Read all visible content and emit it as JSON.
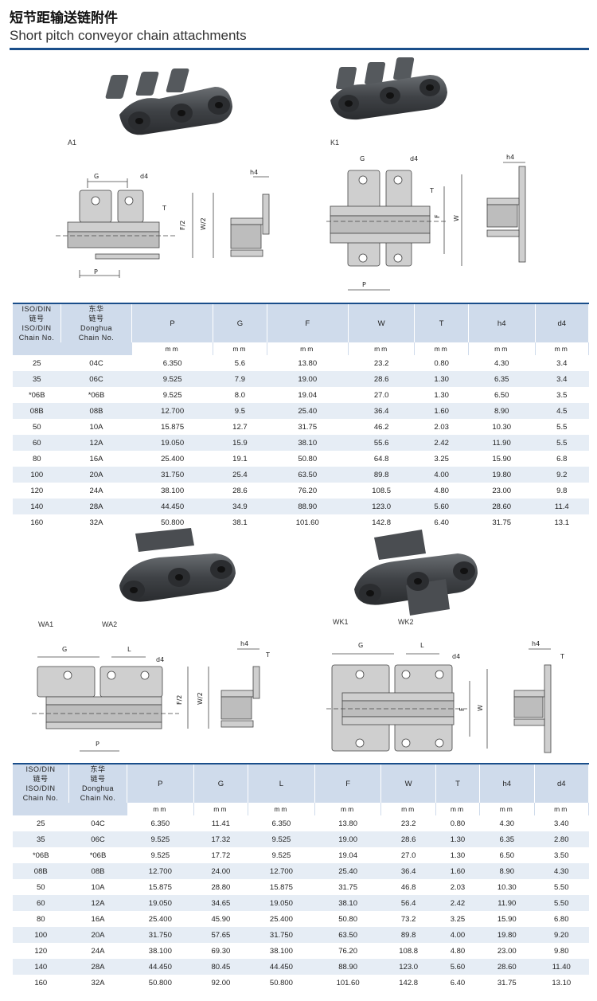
{
  "header": {
    "title_cn": "短节距输送链附件",
    "title_en": "Short pitch conveyor chain attachments"
  },
  "figures_top": {
    "label_a1": "A1",
    "label_k1": "K1",
    "dims_a1": {
      "g": "G",
      "d4": "d4",
      "h4": "h4",
      "t": "T",
      "f2": "F/2",
      "w2": "W/2",
      "p": "P"
    },
    "dims_k1": {
      "g": "G",
      "d4": "d4",
      "h4": "h4",
      "t": "T",
      "f": "F",
      "w": "W",
      "p": "P"
    }
  },
  "table1": {
    "col_iso": [
      "ISO/DIN",
      "链号",
      "ISO/DIN",
      "Chain No."
    ],
    "col_dh": [
      "东华",
      "链号",
      "Donghua",
      "Chain No."
    ],
    "columns": [
      "P",
      "G",
      "F",
      "W",
      "T",
      "h4",
      "d4"
    ],
    "unit": "mm",
    "rows": [
      [
        "25",
        "04C",
        "6.350",
        "5.6",
        "13.80",
        "23.2",
        "0.80",
        "4.30",
        "3.4"
      ],
      [
        "35",
        "06C",
        "9.525",
        "7.9",
        "19.00",
        "28.6",
        "1.30",
        "6.35",
        "3.4"
      ],
      [
        "*06B",
        "*06B",
        "9.525",
        "8.0",
        "19.04",
        "27.0",
        "1.30",
        "6.50",
        "3.5"
      ],
      [
        "08B",
        "08B",
        "12.700",
        "9.5",
        "25.40",
        "36.4",
        "1.60",
        "8.90",
        "4.5"
      ],
      [
        "50",
        "10A",
        "15.875",
        "12.7",
        "31.75",
        "46.2",
        "2.03",
        "10.30",
        "5.5"
      ],
      [
        "60",
        "12A",
        "19.050",
        "15.9",
        "38.10",
        "55.6",
        "2.42",
        "11.90",
        "5.5"
      ],
      [
        "80",
        "16A",
        "25.400",
        "19.1",
        "50.80",
        "64.8",
        "3.25",
        "15.90",
        "6.8"
      ],
      [
        "100",
        "20A",
        "31.750",
        "25.4",
        "63.50",
        "89.8",
        "4.00",
        "19.80",
        "9.2"
      ],
      [
        "120",
        "24A",
        "38.100",
        "28.6",
        "76.20",
        "108.5",
        "4.80",
        "23.00",
        "9.8"
      ],
      [
        "140",
        "28A",
        "44.450",
        "34.9",
        "88.90",
        "123.0",
        "5.60",
        "28.60",
        "11.4"
      ],
      [
        "160",
        "32A",
        "50.800",
        "38.1",
        "101.60",
        "142.8",
        "6.40",
        "31.75",
        "13.1"
      ]
    ]
  },
  "figures_bottom": {
    "label_wa1": "WA1",
    "label_wa2": "WA2",
    "label_wk1": "WK1",
    "label_wk2": "WK2",
    "dims_wa": {
      "g": "G",
      "l": "L",
      "d4": "d4",
      "h4": "h4",
      "t": "T",
      "f2": "F/2",
      "w2": "W/2",
      "p": "P"
    },
    "dims_wk": {
      "g": "G",
      "l": "L",
      "d4": "d4",
      "h4": "h4",
      "t": "T",
      "f": "F",
      "w": "W"
    }
  },
  "table2": {
    "col_iso": [
      "ISO/DIN",
      "链号",
      "ISO/DIN",
      "Chain No."
    ],
    "col_dh": [
      "东华",
      "链号",
      "Donghua",
      "Chain No."
    ],
    "columns": [
      "P",
      "G",
      "L",
      "F",
      "W",
      "T",
      "h4",
      "d4"
    ],
    "unit": "mm",
    "rows": [
      [
        "25",
        "04C",
        "6.350",
        "11.41",
        "6.350",
        "13.80",
        "23.2",
        "0.80",
        "4.30",
        "3.40"
      ],
      [
        "35",
        "06C",
        "9.525",
        "17.32",
        "9.525",
        "19.00",
        "28.6",
        "1.30",
        "6.35",
        "2.80"
      ],
      [
        "*06B",
        "*06B",
        "9.525",
        "17.72",
        "9.525",
        "19.04",
        "27.0",
        "1.30",
        "6.50",
        "3.50"
      ],
      [
        "08B",
        "08B",
        "12.700",
        "24.00",
        "12.700",
        "25.40",
        "36.4",
        "1.60",
        "8.90",
        "4.30"
      ],
      [
        "50",
        "10A",
        "15.875",
        "28.80",
        "15.875",
        "31.75",
        "46.8",
        "2.03",
        "10.30",
        "5.50"
      ],
      [
        "60",
        "12A",
        "19.050",
        "34.65",
        "19.050",
        "38.10",
        "56.4",
        "2.42",
        "11.90",
        "5.50"
      ],
      [
        "80",
        "16A",
        "25.400",
        "45.90",
        "25.400",
        "50.80",
        "73.2",
        "3.25",
        "15.90",
        "6.80"
      ],
      [
        "100",
        "20A",
        "31.750",
        "57.65",
        "31.750",
        "63.50",
        "89.8",
        "4.00",
        "19.80",
        "9.20"
      ],
      [
        "120",
        "24A",
        "38.100",
        "69.30",
        "38.100",
        "76.20",
        "108.8",
        "4.80",
        "23.00",
        "9.80"
      ],
      [
        "140",
        "28A",
        "44.450",
        "80.45",
        "44.450",
        "88.90",
        "123.0",
        "5.60",
        "28.60",
        "11.40"
      ],
      [
        "160",
        "32A",
        "50.800",
        "92.00",
        "50.800",
        "101.60",
        "142.8",
        "6.40",
        "31.75",
        "13.10"
      ]
    ]
  }
}
